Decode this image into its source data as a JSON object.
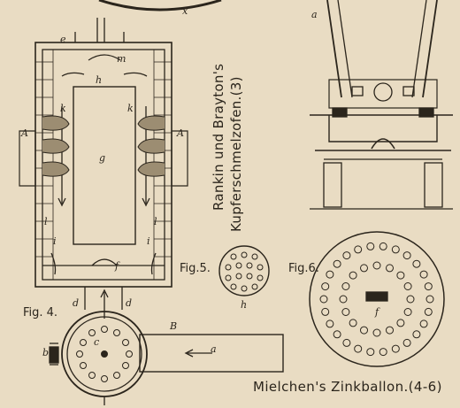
{
  "title_vertical": {
    "line1": "Rankin und Brayton's",
    "line2": "Kupferschmelzofen.(3)"
  },
  "figure_labels": {
    "fig4": "Fig. 4.",
    "fig5": "Fig.5.",
    "fig6": "Fig.6."
  },
  "caption": "Mielchen's Zinkballon.(4-6)",
  "letters": {
    "a_top": "a",
    "e_top": "e",
    "m": "m",
    "h": "h",
    "k_left": "k",
    "k_right": "k",
    "A_left": "A",
    "A_right": "A",
    "g": "g",
    "l_left": "l",
    "l_right": "l",
    "i_left": "i",
    "i_right": "i",
    "f": "f",
    "d_left": "d",
    "d_right": "d",
    "B": "B",
    "c": "c",
    "b": "b",
    "a_arrow": "a",
    "h_fig5": "h",
    "f_fig6": "f",
    "x": "x"
  },
  "colors": {
    "paper": "#e9dcc3",
    "ink": "#2b251c"
  }
}
